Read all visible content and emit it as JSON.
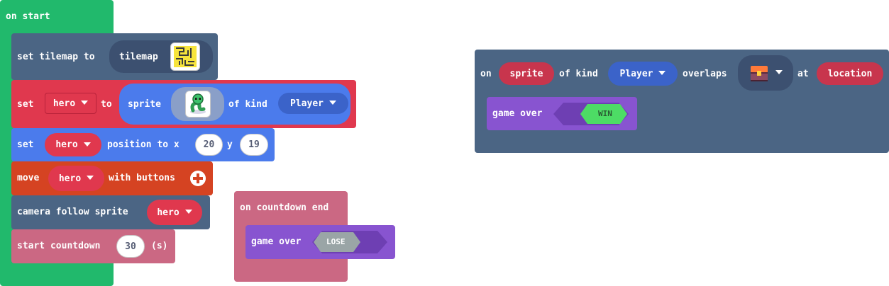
{
  "on_start": {
    "hat_label": "on start",
    "set_tilemap": {
      "label": "set tilemap to",
      "value": "tilemap",
      "icon": "tilemap-thumbnail-icon"
    },
    "set_sprite": {
      "set": "set",
      "var": "hero",
      "to": "to",
      "sprite": "sprite",
      "icon": "green-snake-sprite-icon",
      "of_kind": "of kind",
      "kind": "Player"
    },
    "set_position": {
      "set": "set",
      "var": "hero",
      "label": "position to x",
      "x": "20",
      "y_label": "y",
      "y": "19"
    },
    "move": {
      "label": "move",
      "var": "hero",
      "with_buttons": "with buttons",
      "icon": "plus-circle-icon"
    },
    "camera": {
      "label": "camera follow sprite",
      "var": "hero"
    },
    "countdown": {
      "label": "start countdown",
      "value": "30",
      "unit": "(s)"
    }
  },
  "on_countdown_end": {
    "hat_label": "on countdown end",
    "game_over_label": "game over",
    "result": "LOSE"
  },
  "on_overlap": {
    "on": "on",
    "sprite": "sprite",
    "of_kind": "of kind",
    "kind": "Player",
    "overlaps": "overlaps",
    "tile_icon": "treasure-chest-tile-icon",
    "at": "at",
    "location": "location",
    "game_over_label": "game over",
    "result": "WIN"
  },
  "colors": {
    "loops_green": "#21b96c",
    "scene_blue": "#4b6584",
    "sprites_blue": "#4b7bec",
    "sprites_red": "#e0384e",
    "controller_orange": "#d54322",
    "info_pink": "#cb6883",
    "game_purple": "#8854d0",
    "win_green": "#4ddc65",
    "lose_gray": "#9aa5a6"
  }
}
